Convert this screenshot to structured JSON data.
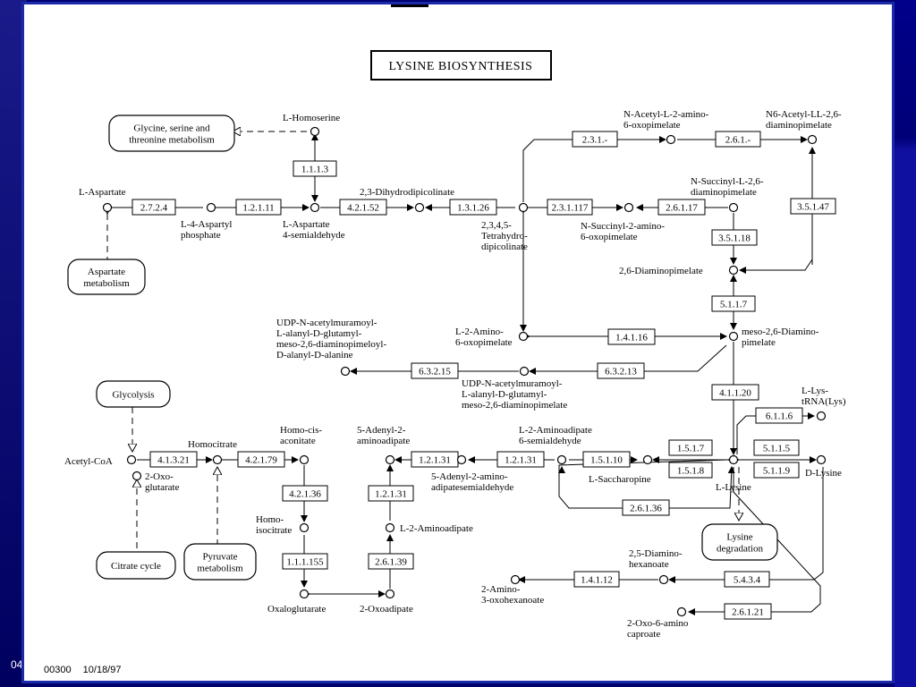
{
  "slide": {
    "date_fragment": "04"
  },
  "title": "LYSINE BIOSYNTHESIS",
  "footer": {
    "map_id": "00300",
    "date": "10/18/97"
  },
  "maps": {
    "glycine": [
      "Glycine, serine and",
      "threonine metabolism"
    ],
    "aspartate": [
      "Aspartate",
      "metabolism"
    ],
    "glycolysis": [
      "Glycolysis"
    ],
    "citrate": [
      "Citrate cycle"
    ],
    "pyruvate": [
      "Pyruvate",
      "metabolism"
    ],
    "lysine_deg": [
      "Lysine",
      "degradation"
    ]
  },
  "enzymes": {
    "e2724": "2.7.2.4",
    "e12111": "1.2.1.11",
    "e1113": "1.1.1.3",
    "e42152": "4.2.1.52",
    "e13126": "1.3.1.26",
    "e231117": "2.3.1.117",
    "e26117": "2.6.1.17",
    "e231": "2.3.1.-",
    "e261": "2.6.1.-",
    "e35118": "3.5.1.18",
    "e35147": "3.5.1.47",
    "e5117": "5.1.1.7",
    "e14116": "1.4.1.16",
    "e63215": "6.3.2.15",
    "e63213": "6.3.2.13",
    "e41120": "4.1.1.20",
    "e6116": "6.1.1.6",
    "e41321": "4.1.3.21",
    "e42179": "4.2.1.79",
    "e42136": "4.2.1.36",
    "e111155": "1.1.1.155",
    "e12131a": "1.2.1.31",
    "e12131b": "1.2.1.31",
    "e12131c": "1.2.1.31",
    "e26139": "2.6.1.39",
    "e15110": "1.5.1.10",
    "e1517": "1.5.1.7",
    "e1518": "1.5.1.8",
    "e5115": "5.1.1.5",
    "e5119": "5.1.1.9",
    "e26136": "2.6.1.36",
    "e14112": "1.4.1.12",
    "e5434": "5.4.3.4",
    "e26121": "2.6.1.21"
  },
  "compounds": {
    "l_homoserine": [
      "L-Homoserine"
    ],
    "l_aspartate": [
      "L-Aspartate"
    ],
    "l4_aspartyl": [
      "L-4-Aspartyl",
      "phosphate"
    ],
    "l_asp_semi": [
      "L-Aspartate",
      "4-semialdehyde"
    ],
    "dihydrodipic": [
      "2,3-Dihydrodipicolinate"
    ],
    "tetrahydro": [
      "2,3,4,5-",
      "Tetrahydro-",
      "dipicolinate"
    ],
    "n_acetyl_l2": [
      "N-Acetyl-L-2-amino-",
      "6-oxopimelate"
    ],
    "n6_acetyl": [
      "N6-Acetyl-LL-2,6-",
      "diaminopimelate"
    ],
    "n_succinyl_l26": [
      "N-Succinyl-L-2,6-",
      "diaminopimelate"
    ],
    "n_succinyl_2": [
      "N-Succinyl-2-amino-",
      "6-oxopimelate"
    ],
    "diaminopimelate": [
      "2,6-Diaminopimelate"
    ],
    "l2_amino6": [
      "L-2-Amino-",
      "6-oxopimelate"
    ],
    "meso": [
      "meso-2,6-Diamino-",
      "pimelate"
    ],
    "udp_top": [
      "UDP-N-acetylmuramoyl-",
      "L-alanyl-D-glutamyl-",
      "meso-2,6-diaminopimeloyl-",
      "D-alanyl-D-alanine"
    ],
    "udp_mid": [
      "UDP-N-acetylmuramoyl-",
      "L-alanyl-D-glutamyl-",
      "meso-2,6-diaminopimelate"
    ],
    "l_lys_trna": [
      "L-Lys-",
      "tRNA(Lys)"
    ],
    "acetyl_coa": [
      "Acetyl-CoA"
    ],
    "oxoglutarate2": [
      "2-Oxo-",
      "glutarate"
    ],
    "homocitrate": [
      "Homocitrate"
    ],
    "homo_cis": [
      "Homo-cis-",
      "aconitate"
    ],
    "homoisocitrate": [
      "Homo-",
      "isocitrate"
    ],
    "oxaloglutarate": [
      "Oxaloglutarate"
    ],
    "oxoadipate": [
      "2-Oxoadipate"
    ],
    "adenyl_2": [
      "5-Adenyl-2-",
      "aminoadipate"
    ],
    "adenyl_semi": [
      "5-Adenyl-2-amino-",
      "adipatesemialdehyde"
    ],
    "aminoadipate_semi": [
      "L-2-Aminoadipate",
      "6-semialdehyde"
    ],
    "aminoadipate": [
      "L-2-Aminoadipate"
    ],
    "saccharopine": [
      "L-Saccharopine"
    ],
    "l_lysine": [
      "L-Lysine"
    ],
    "d_lysine": [
      "D-Lysine"
    ],
    "diaminohex": [
      "2,5-Diamino-",
      "hexanoate"
    ],
    "amino3oxo": [
      "2-Amino-",
      "3-oxohexanoate"
    ],
    "oxo6amino": [
      "2-Oxo-6-amino",
      "caproate"
    ]
  }
}
